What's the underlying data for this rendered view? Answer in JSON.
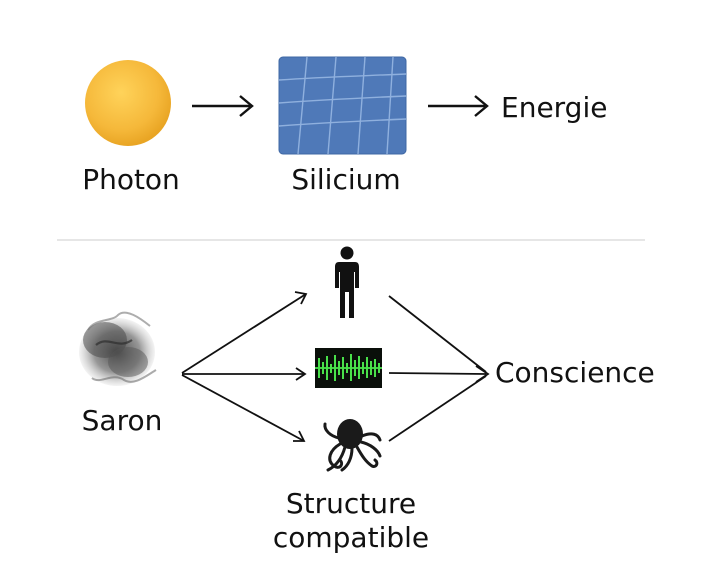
{
  "top": {
    "photon_label": "Photon",
    "silicium_label": "Silicium",
    "energie_label": "Energie"
  },
  "bottom": {
    "saron_label": "Saron",
    "conscience_label": "Conscience",
    "structure_line1": "Structure",
    "structure_line2": "compatible",
    "paths": [
      "human-figure-icon",
      "binary-code-icon",
      "octopus-icon"
    ]
  },
  "colors": {
    "sun": "#F5B83A",
    "panel": "#4F79B8",
    "panel_grid": "#8FB0DE",
    "divider": "#DDDDDD",
    "text": "#111111",
    "code_bg": "#0A0F0A",
    "code_green": "#49E04A"
  }
}
